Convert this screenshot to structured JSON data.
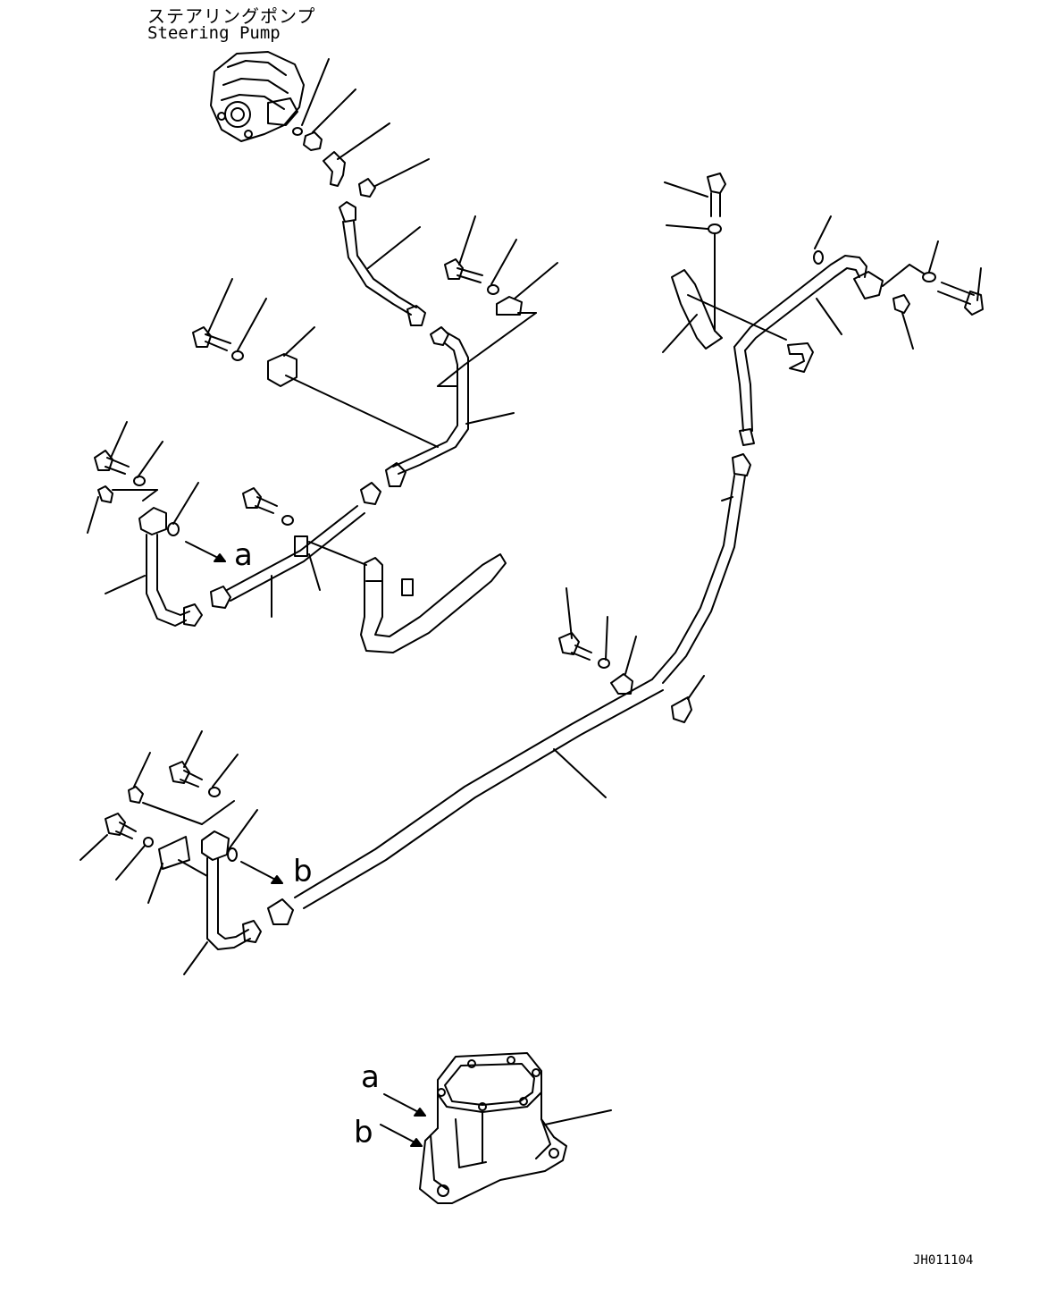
{
  "title_jp": "ステアリングポンプ",
  "title_en": "Steering Pump",
  "drawing_code": "JH011104",
  "connection_labels": {
    "a": "a",
    "b": "b"
  }
}
